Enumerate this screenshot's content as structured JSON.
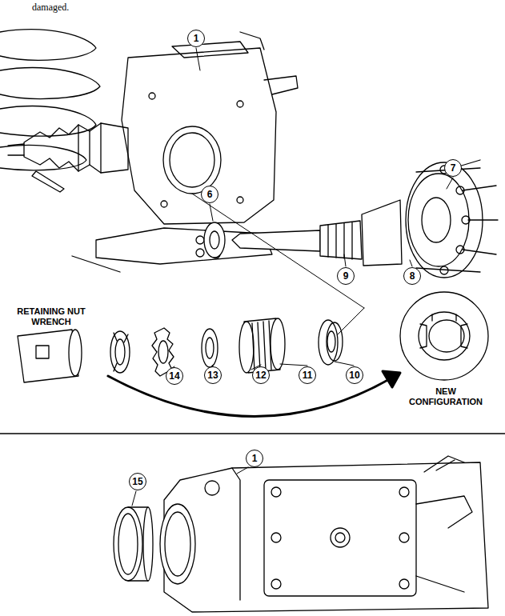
{
  "diagram": {
    "labels": [
      "damaged.",
      "1",
      "6",
      "7",
      "9",
      "8",
      "10",
      "11",
      "12",
      "13",
      "14",
      "RETAINING NUT WRENCH",
      "NEW CONFIGURATION",
      "1",
      "15"
    ]
  }
}
